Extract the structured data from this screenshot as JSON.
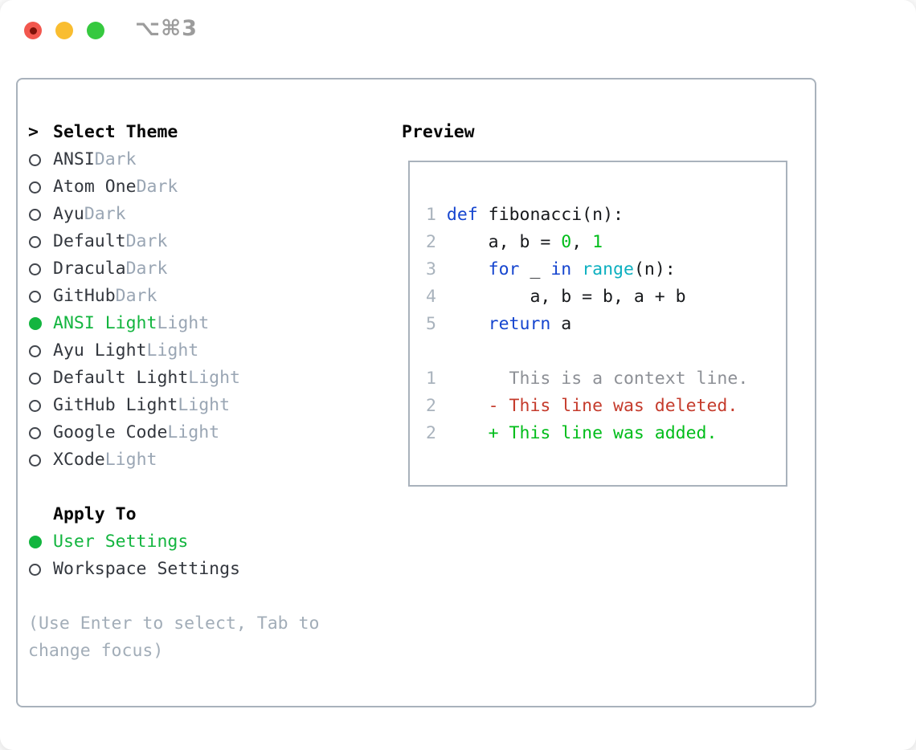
{
  "window": {
    "title": "⌥⌘3",
    "traffic_lights": [
      {
        "name": "close"
      },
      {
        "name": "minimize"
      },
      {
        "name": "zoom"
      }
    ]
  },
  "theme_panel": {
    "prompt": ">",
    "header": "Select Theme",
    "themes": [
      {
        "name": "ANSI",
        "variant": "Dark",
        "selected": false
      },
      {
        "name": "Atom One",
        "variant": "Dark",
        "selected": false
      },
      {
        "name": "Ayu",
        "variant": "Dark",
        "selected": false
      },
      {
        "name": "Default",
        "variant": "Dark",
        "selected": false
      },
      {
        "name": "Dracula",
        "variant": "Dark",
        "selected": false
      },
      {
        "name": "GitHub",
        "variant": "Dark",
        "selected": false
      },
      {
        "name": "ANSI Light",
        "variant": "Light",
        "selected": true
      },
      {
        "name": "Ayu Light",
        "variant": "Light",
        "selected": false
      },
      {
        "name": "Default Light",
        "variant": "Light",
        "selected": false
      },
      {
        "name": "GitHub Light",
        "variant": "Light",
        "selected": false
      },
      {
        "name": "Google Code",
        "variant": "Light",
        "selected": false
      },
      {
        "name": "XCode",
        "variant": "Light",
        "selected": false
      }
    ],
    "apply_to": {
      "header": "Apply To",
      "options": [
        {
          "label": "User Settings",
          "selected": true
        },
        {
          "label": "Workspace Settings",
          "selected": false
        }
      ]
    },
    "help_text": "(Use Enter to select, Tab to change focus)"
  },
  "preview": {
    "header": "Preview",
    "code_lines": [
      {
        "num": "1",
        "segments": [
          [
            "kw",
            "def"
          ],
          [
            "fg",
            " fibonacci(n):"
          ]
        ]
      },
      {
        "num": "2",
        "segments": [
          [
            "fg",
            "    a, b = "
          ],
          [
            "num",
            "0"
          ],
          [
            "fg",
            ", "
          ],
          [
            "num",
            "1"
          ]
        ]
      },
      {
        "num": "3",
        "segments": [
          [
            "fg",
            "    "
          ],
          [
            "kw",
            "for"
          ],
          [
            "fg",
            " _ "
          ],
          [
            "kw",
            "in"
          ],
          [
            "fg",
            " "
          ],
          [
            "fn",
            "range"
          ],
          [
            "fg",
            "(n):"
          ]
        ]
      },
      {
        "num": "4",
        "segments": [
          [
            "fg",
            "        a, b = b, a + b"
          ]
        ]
      },
      {
        "num": "5",
        "segments": [
          [
            "fg",
            "    "
          ],
          [
            "kw",
            "return"
          ],
          [
            "fg",
            " a"
          ]
        ]
      }
    ],
    "diff_lines": [
      {
        "num": "1",
        "segments": [
          [
            "ctx",
            "      This is a context line."
          ]
        ]
      },
      {
        "num": "2",
        "segments": [
          [
            "del",
            "    - This line was deleted."
          ]
        ]
      },
      {
        "num": "2",
        "segments": [
          [
            "add",
            "    + This line was added."
          ]
        ]
      }
    ]
  },
  "colors": {
    "selection_green": "#13b53f",
    "keyword_blue": "#1545cf",
    "function_cyan": "#0db0c0",
    "number_green": "#00bd1a",
    "added_green": "#00bd1a",
    "deleted_red": "#c53b2c",
    "context_gray": "#8d9096",
    "muted_slate": "#9aa6b4",
    "panel_border": "#a9b2bc",
    "traffic_red": "#f2574e",
    "traffic_yellow": "#f9bd30",
    "traffic_green": "#36c93f"
  }
}
